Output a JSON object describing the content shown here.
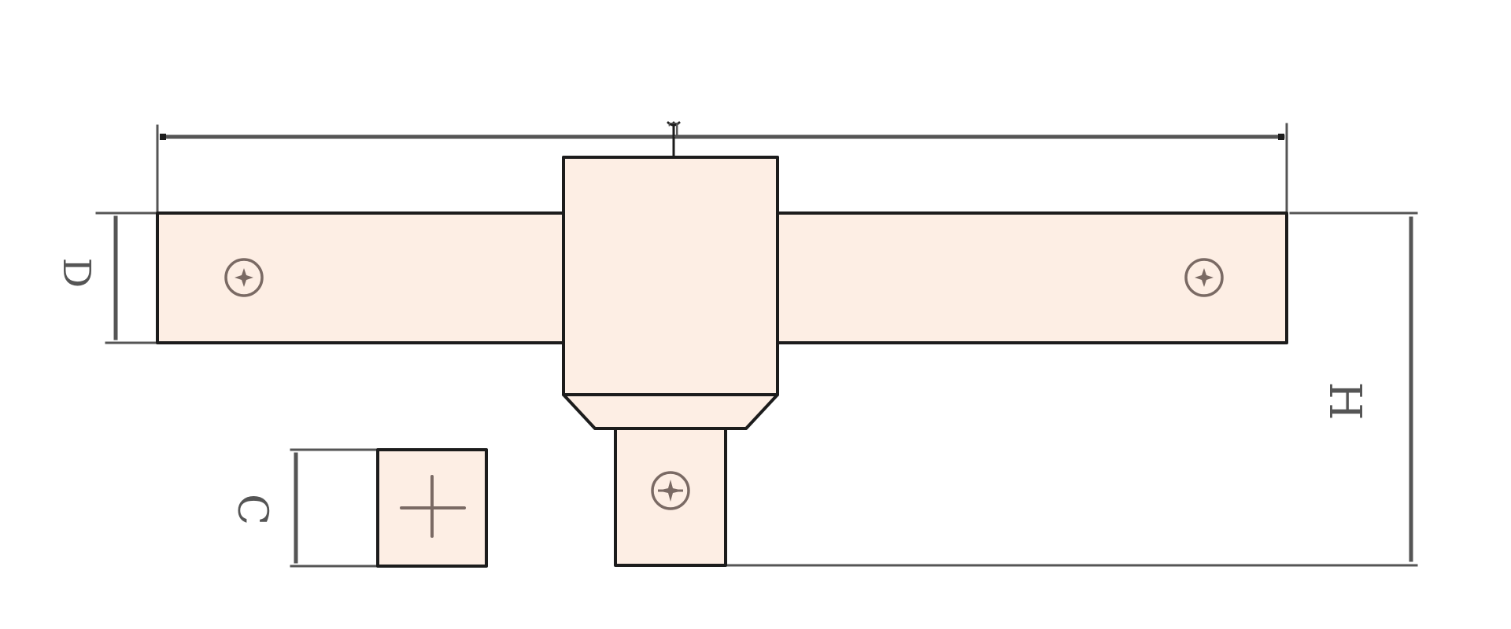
{
  "diagram": {
    "dimension_labels": {
      "length": "L",
      "diameter": "D",
      "height": "H",
      "square": "C"
    },
    "colors": {
      "fill": "#fdeee4",
      "outline": "#1c1c1c",
      "dimension_line": "#555555",
      "screw": "#7a6a64"
    },
    "icons": [
      "phillips-screw-icon",
      "crosshair-center-mark-icon"
    ]
  }
}
